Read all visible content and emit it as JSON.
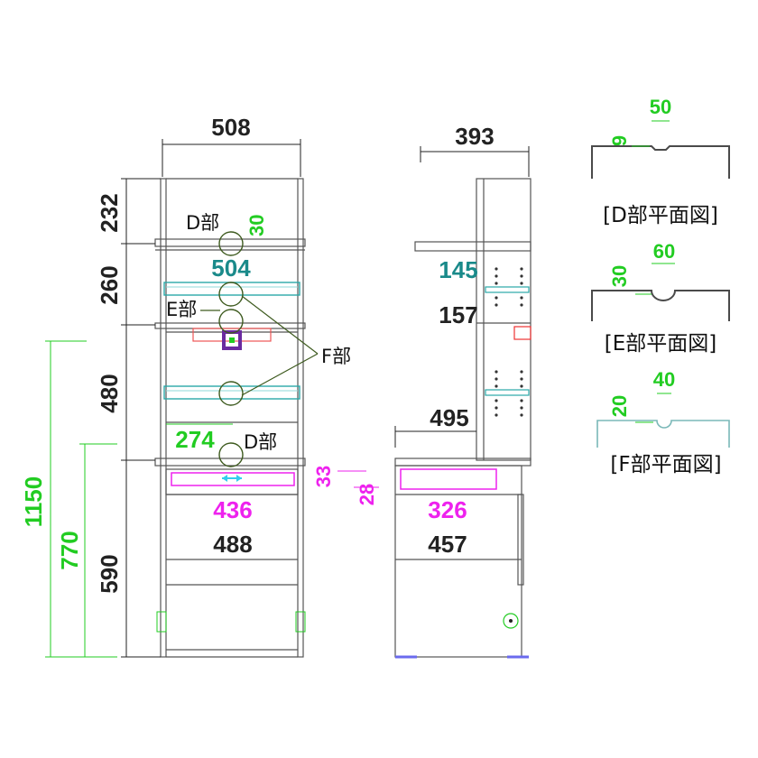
{
  "colors": {
    "black": "#222222",
    "green": "#22cc22",
    "teal": "#1a8a8a",
    "magenta": "#ee22ee",
    "purple": "#6a2aa0",
    "olive": "#3d5a1e",
    "cyan": "#33ccee",
    "red": "#ee3333"
  },
  "front": {
    "width_top": "508",
    "h_top": "232",
    "h_upper": "260",
    "h_middle": "480",
    "h_base": "590",
    "shelf_width": "504",
    "inner_width": "274",
    "drawer_width": "436",
    "base_width": "488",
    "total_height": "1150",
    "table_height": "770",
    "gap_a": "33",
    "gap_b": "28",
    "marker_offset": "30",
    "label_d_top": "D部",
    "label_e": "E部",
    "label_f": "F部",
    "label_d_bottom": "D部"
  },
  "side": {
    "depth_top": "393",
    "shelf_depth": "145",
    "mid_depth": "157",
    "base_depth": "495",
    "drawer_depth": "326",
    "leg_depth": "457"
  },
  "details": [
    {
      "width": "50",
      "offset": "9",
      "caption": "[D部平面図]"
    },
    {
      "width": "60",
      "offset": "30",
      "caption": "[E部平面図]"
    },
    {
      "width": "40",
      "offset": "20",
      "caption": "[F部平面図]"
    }
  ]
}
